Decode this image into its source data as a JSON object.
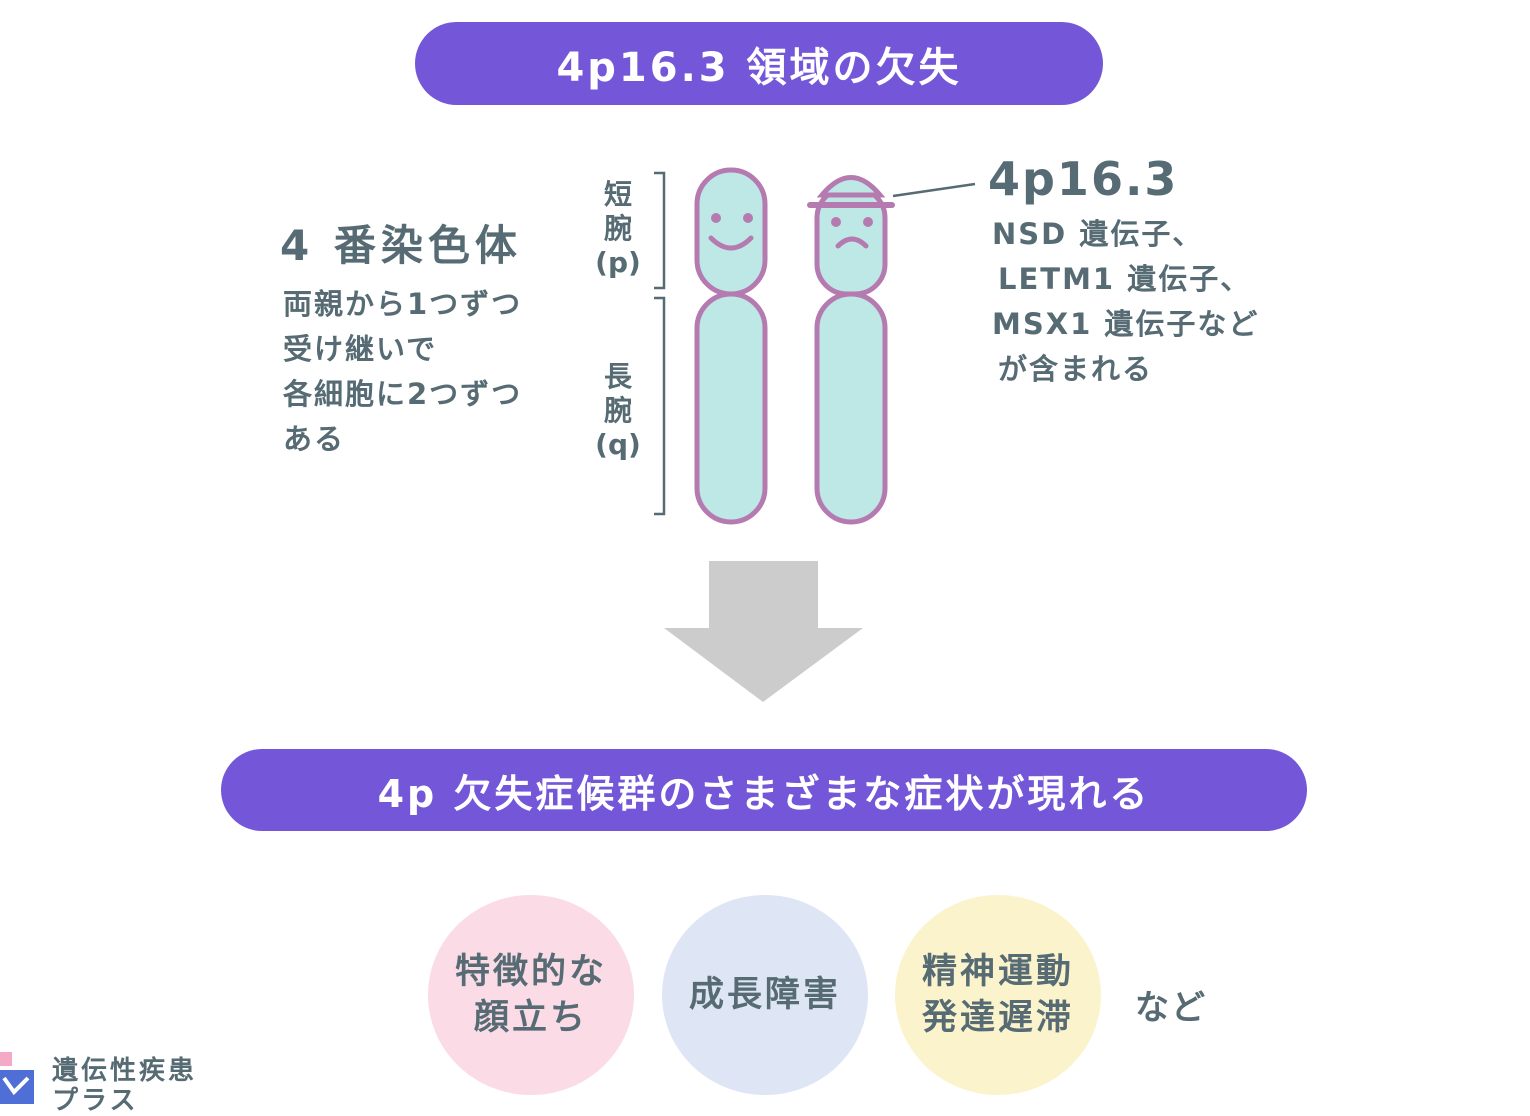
{
  "header": {
    "title": "4p16.3 領域の欠失"
  },
  "chromosome": {
    "heading": "4 番染色体",
    "description_lines": [
      "両親から1つずつ",
      "受け継いで",
      "各細胞に2つずつ",
      "ある"
    ],
    "p_arm_label": [
      "短",
      "腕",
      "(p)"
    ],
    "q_arm_label": [
      "長",
      "腕",
      "(q)"
    ]
  },
  "locus": {
    "label": "4p16.3",
    "gene_lines": [
      "NSD 遺伝子、",
      "LETM1 遺伝子、",
      "MSX1 遺伝子など",
      "が含まれる"
    ]
  },
  "result": {
    "title": "4p 欠失症候群のさまざまな症状が現れる"
  },
  "symptoms": [
    {
      "lines": [
        "特徴的な",
        "顔立ち"
      ],
      "color": "#fadbe6"
    },
    {
      "lines": [
        "成長障害"
      ],
      "color": "#dee5f4"
    },
    {
      "lines": [
        "精神運動",
        "発達遅滞"
      ],
      "color": "#fbf3cc"
    }
  ],
  "symptoms_suffix": "など",
  "brand": {
    "name_lines": [
      "遺伝性疾患",
      "プラス"
    ]
  },
  "colors": {
    "accent": "#7457d9",
    "text": "#566b73",
    "chromosome_fill": "#bde8e6",
    "chromosome_outline": "#b57aaf",
    "arrow": "#cccccc"
  }
}
